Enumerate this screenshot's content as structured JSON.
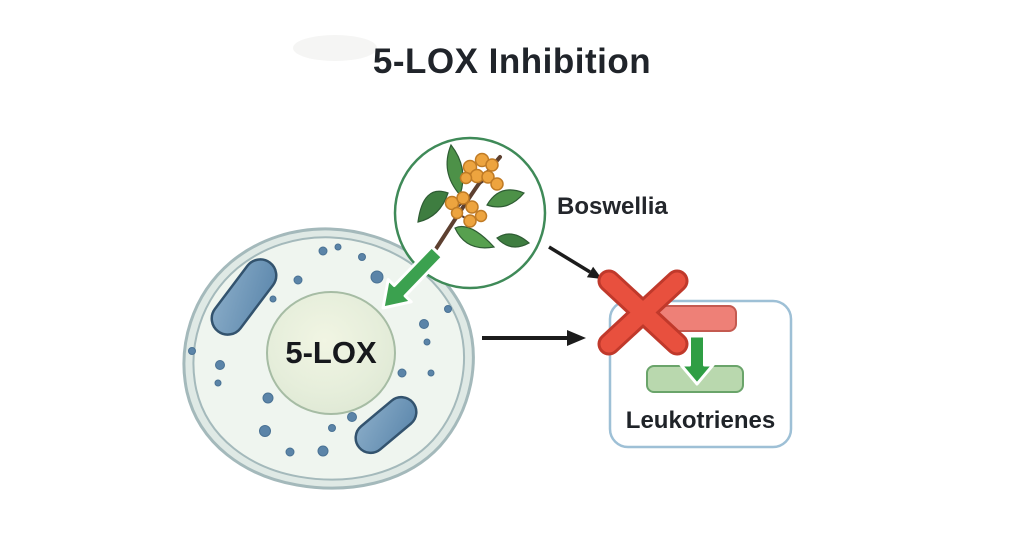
{
  "diagram": {
    "title": "5-LOX Inhibition",
    "boswellia": {
      "label": "Boswellia"
    },
    "cell": {
      "nucleus_label": "5-LOX"
    },
    "outcome_box": {
      "label": "Leukotrienes"
    },
    "icons": {
      "boswellia_plant": "boswellia-plant-icon",
      "inhibition_arrow": "green-inhibition-arrow-icon",
      "block_x": "red-x-block-icon",
      "reduction_arrow": "green-down-arrow-icon"
    },
    "colors": {
      "inhibit_green": "#3ba14f",
      "block_red": "#e2473a",
      "red_bar_fill": "#ee8077",
      "red_bar_border": "#c45a50",
      "green_bar_fill": "#b9d8ae",
      "green_bar_border": "#6aa46a",
      "box_border": "#9ec0d6",
      "cell_membrane": "#a4b9bb",
      "cell_cytoplasm": "#eff5ef",
      "nucleus_fill": "#e6eedb",
      "organelle_blue": "#6f97ba",
      "plant_circle_border": "#3f8a58",
      "berry_orange": "#eda43f",
      "arrow_black": "#1c1c1c",
      "text_dark": "#20242a"
    }
  }
}
